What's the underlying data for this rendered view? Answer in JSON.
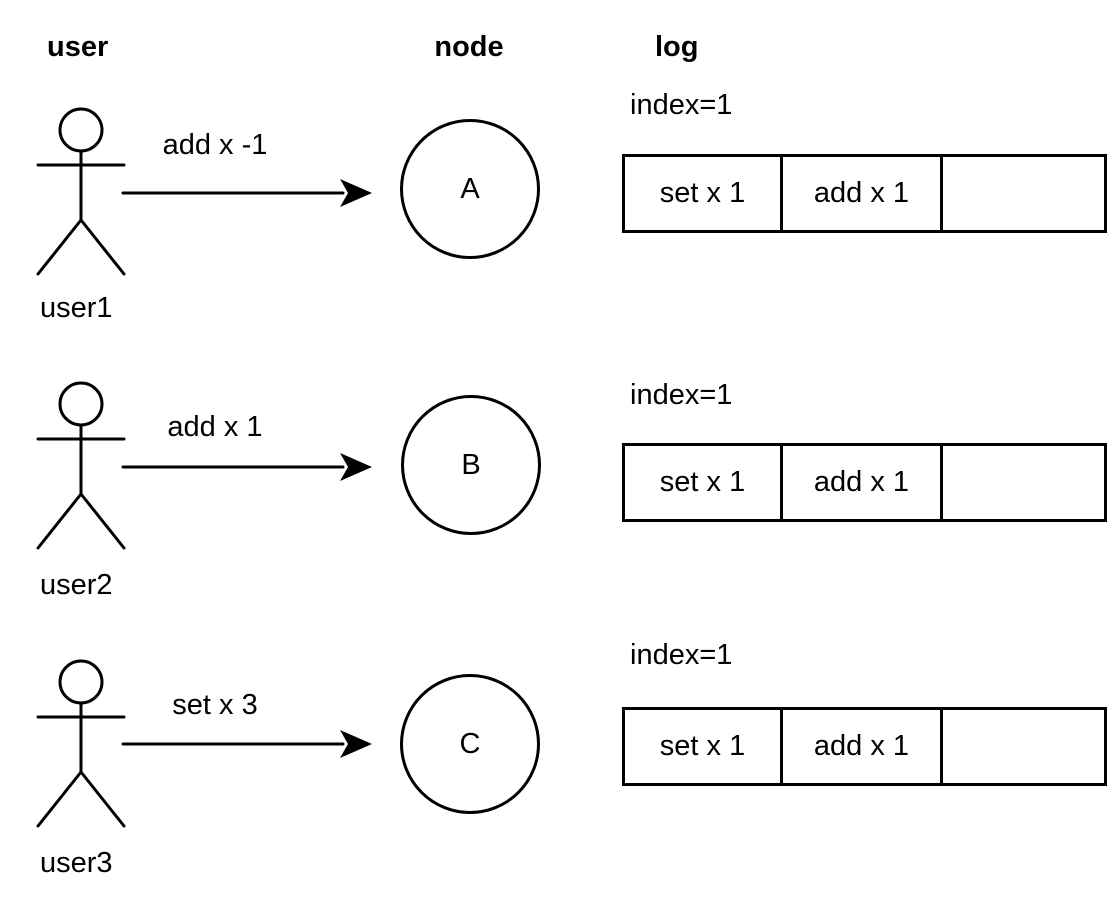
{
  "headers": {
    "user": "user",
    "node": "node",
    "log": "log"
  },
  "rows": [
    {
      "user_label": "user1",
      "message": "add x -1",
      "node_label": "A",
      "log": {
        "index_label": "index=1",
        "entries": [
          "set x 1",
          "add x 1",
          ""
        ]
      }
    },
    {
      "user_label": "user2",
      "message": "add x 1",
      "node_label": "B",
      "log": {
        "index_label": "index=1",
        "entries": [
          "set x 1",
          "add x 1",
          ""
        ]
      }
    },
    {
      "user_label": "user3",
      "message": "set x 3",
      "node_label": "C",
      "log": {
        "index_label": "index=1",
        "entries": [
          "set x 1",
          "add x 1",
          ""
        ]
      }
    }
  ],
  "colors": {
    "foreground": "#000000",
    "background": "#ffffff"
  }
}
